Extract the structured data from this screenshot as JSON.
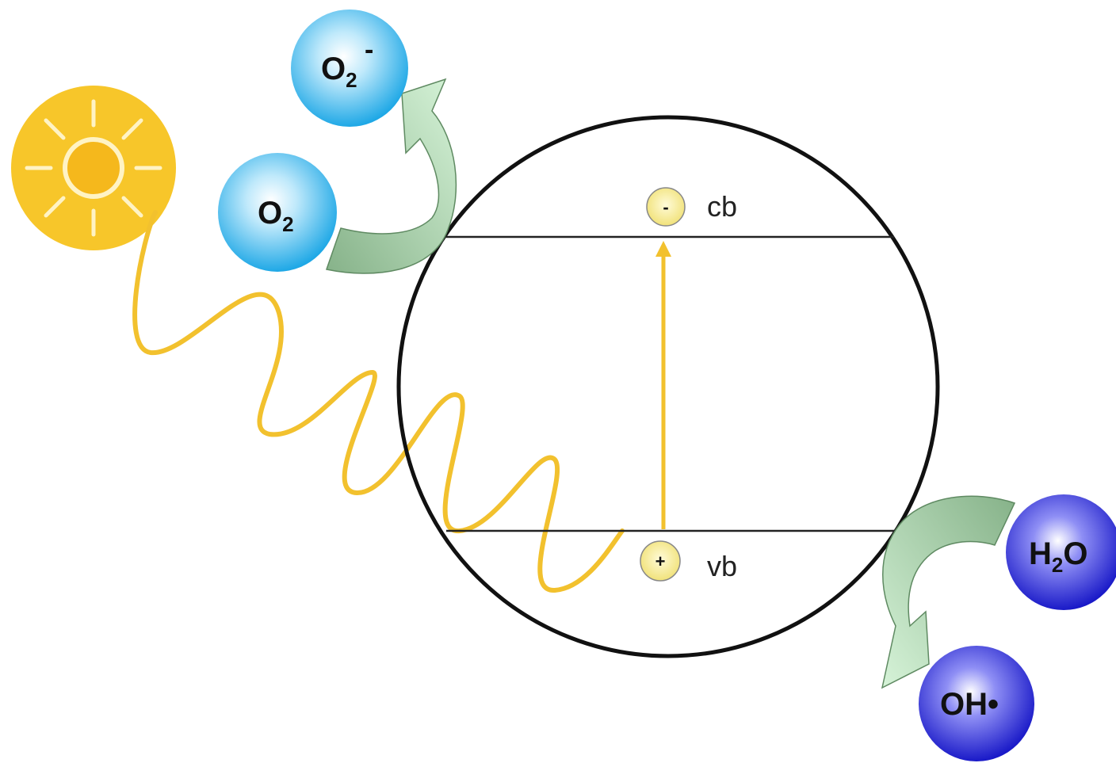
{
  "diagram": {
    "bands": {
      "conduction": {
        "label": "cb",
        "carrier": "-"
      },
      "valence": {
        "label": "vb",
        "carrier": "+"
      }
    },
    "species": {
      "o2": {
        "base": "O",
        "sub": "2"
      },
      "superoxide": {
        "base": "O",
        "sub": "2",
        "sup": "-"
      },
      "water": {
        "pre": "H",
        "sub": "2",
        "post": "O"
      },
      "hydroxyl": {
        "base": "OH•"
      }
    },
    "colors": {
      "sun": "#f7c62a",
      "light_wave": "#f2c12e",
      "excitation_arrow": "#f2c12e",
      "oxygen_species": "#3ab8ea",
      "water_species": "#2323cc",
      "reaction_arrow": "#9ec89e",
      "particle_outline": "#111111",
      "carrier_fill": "#f8f0a0"
    }
  }
}
